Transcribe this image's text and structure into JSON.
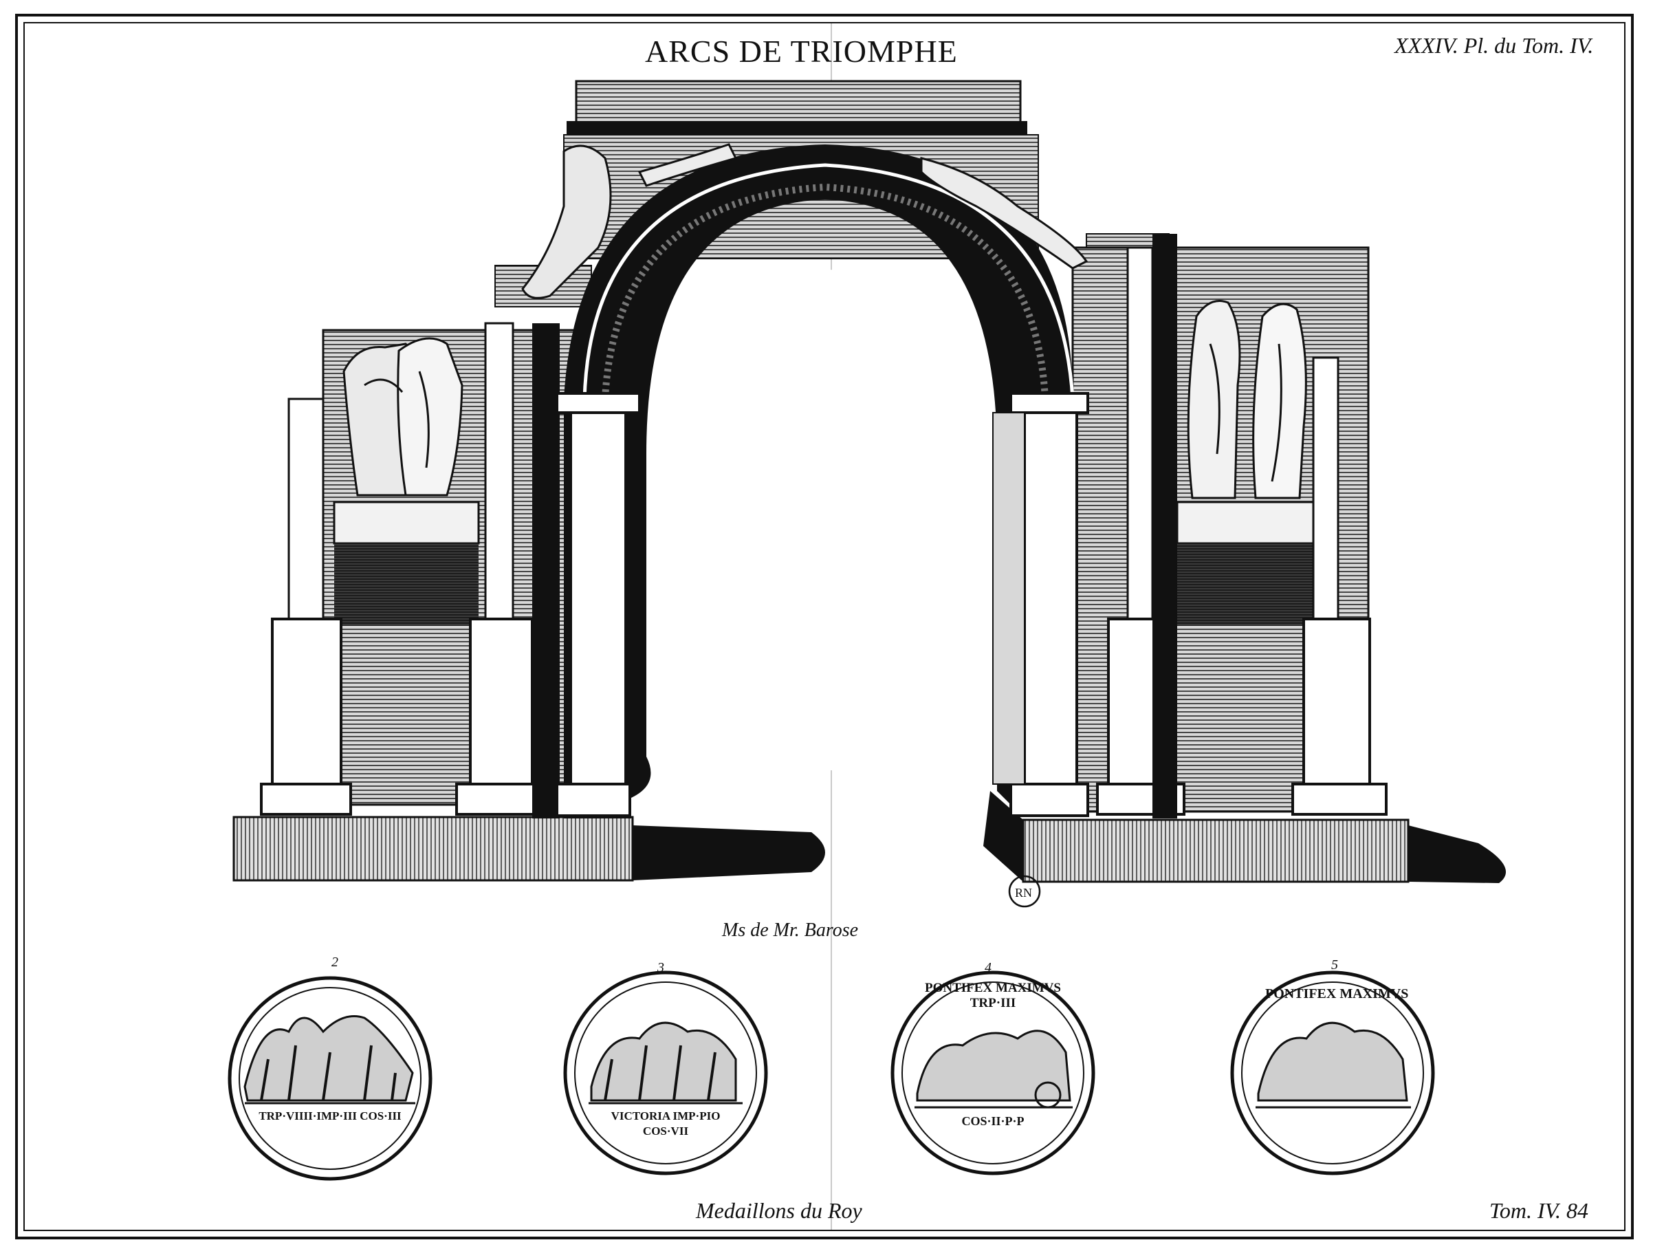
{
  "plate": {
    "title": "ARCS DE TRIOMPHE",
    "plate_number": "XXXIV. Pl. du Tom. IV.",
    "source_caption": "Ms de Mr. Barose",
    "medallions_caption": "Medaillons du Roy",
    "tome_reference": "Tom. IV. 84"
  },
  "medallions": [
    {
      "number": "2",
      "inscription": "TRP·VIIII·IMP·III COS·III",
      "icon": "quadriga-medallion-icon"
    },
    {
      "number": "3",
      "inscription": "VICTORIA IMP·PIO COS·VII",
      "icon": "quadriga-medallion-icon"
    },
    {
      "number": "4",
      "inscription": "PONTIFEX MAXIMVS TRP·III",
      "exergue": "COS·II·P·P",
      "icon": "quadriga-medallion-icon"
    },
    {
      "number": "5",
      "inscription": "PONTIFEX MAXIMVS",
      "icon": "quadriga-medallion-icon"
    }
  ],
  "icons": {
    "arch": "triumphal-arch-engraving-icon",
    "stamp": "library-stamp-icon"
  },
  "colors": {
    "ink": "#111111",
    "paper": "#ffffff",
    "shade": "#3a3a3a"
  }
}
